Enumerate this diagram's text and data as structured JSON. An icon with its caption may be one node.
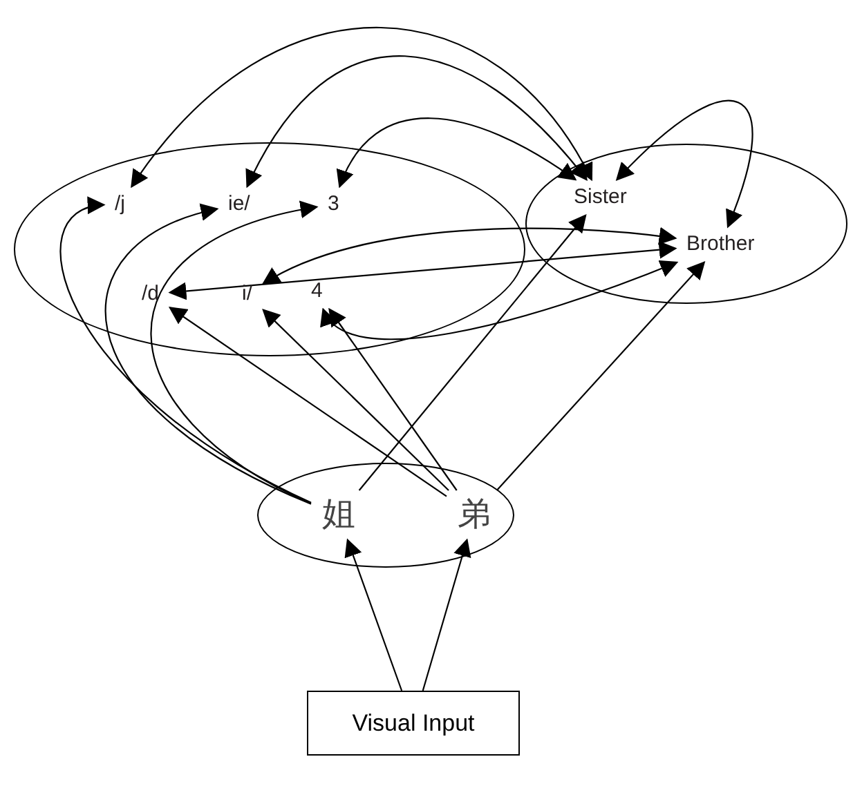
{
  "diagram": {
    "nodes": [
      {
        "text": [],
        "shape": "ellipse"
      },
      {
        "text": [
          "/j"
        ],
        "in": 0
      },
      {
        "text": [
          "ie/"
        ],
        "in": 0
      },
      {
        "text": [
          "3"
        ],
        "in": 0
      },
      {
        "text": [
          "/d"
        ],
        "in": 0
      },
      {
        "text": [
          "i/"
        ],
        "in": 0
      },
      {
        "text": [
          "4"
        ],
        "in": 0
      },
      {
        "text": [],
        "shape": "ellipse"
      },
      {
        "text": [
          "Sister"
        ],
        "in": 7
      },
      {
        "text": [
          "Brother"
        ],
        "in": 7
      },
      {
        "text": [],
        "shape": "ellipse"
      },
      {
        "text": [
          "姐"
        ],
        "in": 10
      },
      {
        "text": [
          "弟"
        ],
        "in": 10
      },
      {
        "text": [
          "Visual Input"
        ]
      }
    ],
    "edges": [
      {
        "from": 13,
        "to": 11,
        "arrow": "to"
      },
      {
        "from": 13,
        "to": 12,
        "arrow": "to"
      },
      {
        "from": 11,
        "to": 8,
        "arrow": "to"
      },
      {
        "from": 12,
        "to": 9,
        "arrow": "to"
      },
      {
        "from": 12,
        "to": 4,
        "arrow": "to"
      },
      {
        "from": 12,
        "to": 5,
        "arrow": "to"
      },
      {
        "from": 12,
        "to": 6,
        "arrow": "to"
      },
      {
        "from": 11,
        "to": 1,
        "arrow": "to"
      },
      {
        "from": 11,
        "to": 2,
        "arrow": "to"
      },
      {
        "from": 11,
        "to": 3,
        "arrow": "to"
      },
      {
        "from": 1,
        "to": 8,
        "arrow": "both"
      },
      {
        "from": 2,
        "to": 8,
        "arrow": "both"
      },
      {
        "from": 3,
        "to": 8,
        "arrow": "both"
      },
      {
        "from": 8,
        "to": 9,
        "arrow": "both"
      },
      {
        "from": 4,
        "to": 9,
        "arrow": "both"
      },
      {
        "from": 5,
        "to": 9,
        "arrow": "both"
      },
      {
        "from": 6,
        "to": 9,
        "arrow": "both"
      }
    ]
  }
}
